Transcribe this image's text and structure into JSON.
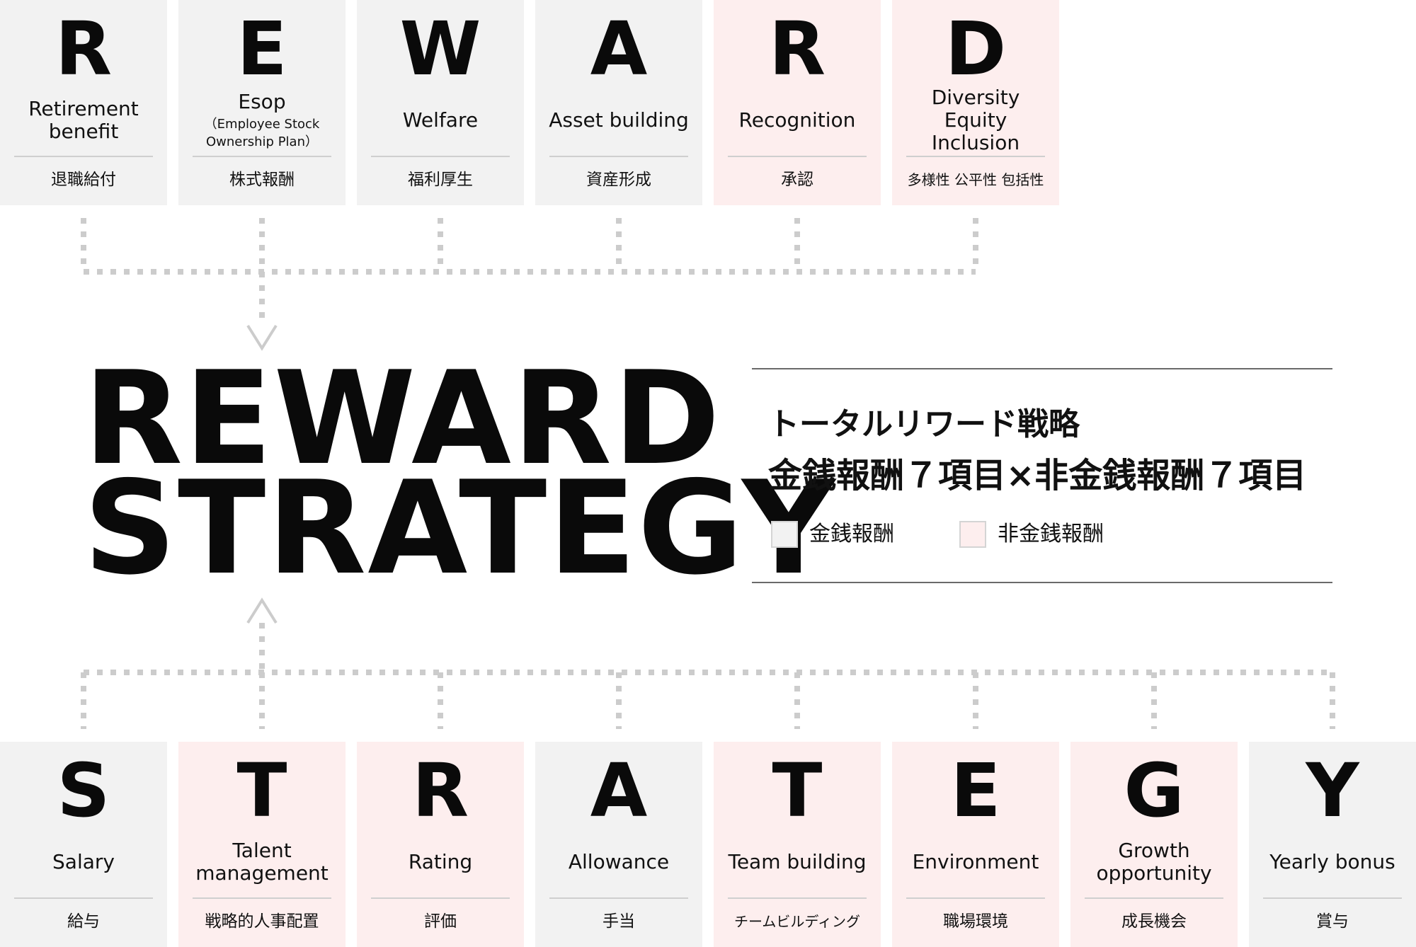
{
  "colors": {
    "money": "#f2f2f2",
    "non_money": "#fdeeee",
    "connector": "#cccccc"
  },
  "top_cards": [
    {
      "letter": "R",
      "en": "Retirement\nbenefit",
      "en_sub": "",
      "jp": "退職給付",
      "type": "money"
    },
    {
      "letter": "E",
      "en": "Esop",
      "en_sub": "（Employee Stock\nOwnership Plan）",
      "jp": "株式報酬",
      "type": "money"
    },
    {
      "letter": "W",
      "en": "Welfare",
      "en_sub": "",
      "jp": "福利厚生",
      "type": "money"
    },
    {
      "letter": "A",
      "en": "Asset building",
      "en_sub": "",
      "jp": "資産形成",
      "type": "money"
    },
    {
      "letter": "R",
      "en": "Recognition",
      "en_sub": "",
      "jp": "承認",
      "type": "non_money"
    },
    {
      "letter": "D",
      "en": "Diversity Equity\nInclusion",
      "en_sub": "",
      "jp": "多様性 公平性 包括性",
      "type": "non_money"
    }
  ],
  "bottom_cards": [
    {
      "letter": "S",
      "en": "Salary",
      "en_sub": "",
      "jp": "給与",
      "type": "money"
    },
    {
      "letter": "T",
      "en": "Talent\nmanagement",
      "en_sub": "",
      "jp": "戦略的人事配置",
      "type": "non_money"
    },
    {
      "letter": "R",
      "en": "Rating",
      "en_sub": "",
      "jp": "評価",
      "type": "non_money"
    },
    {
      "letter": "A",
      "en": "Allowance",
      "en_sub": "",
      "jp": "手当",
      "type": "money"
    },
    {
      "letter": "T",
      "en": "Team building",
      "en_sub": "",
      "jp": "チームビルディング",
      "type": "non_money"
    },
    {
      "letter": "E",
      "en": "Environment",
      "en_sub": "",
      "jp": "職場環境",
      "type": "non_money"
    },
    {
      "letter": "G",
      "en": "Growth\nopportunity",
      "en_sub": "",
      "jp": "成長機会",
      "type": "non_money"
    },
    {
      "letter": "Y",
      "en": "Yearly bonus",
      "en_sub": "",
      "jp": "賞与",
      "type": "money"
    }
  ],
  "title": {
    "line1": "REWARD",
    "line2": "STRATEGY"
  },
  "info": {
    "line1": "トータルリワード戦略",
    "line2": "金銭報酬７項目×非金銭報酬７項目",
    "legend_money": "金銭報酬",
    "legend_non_money": "非金銭報酬"
  }
}
